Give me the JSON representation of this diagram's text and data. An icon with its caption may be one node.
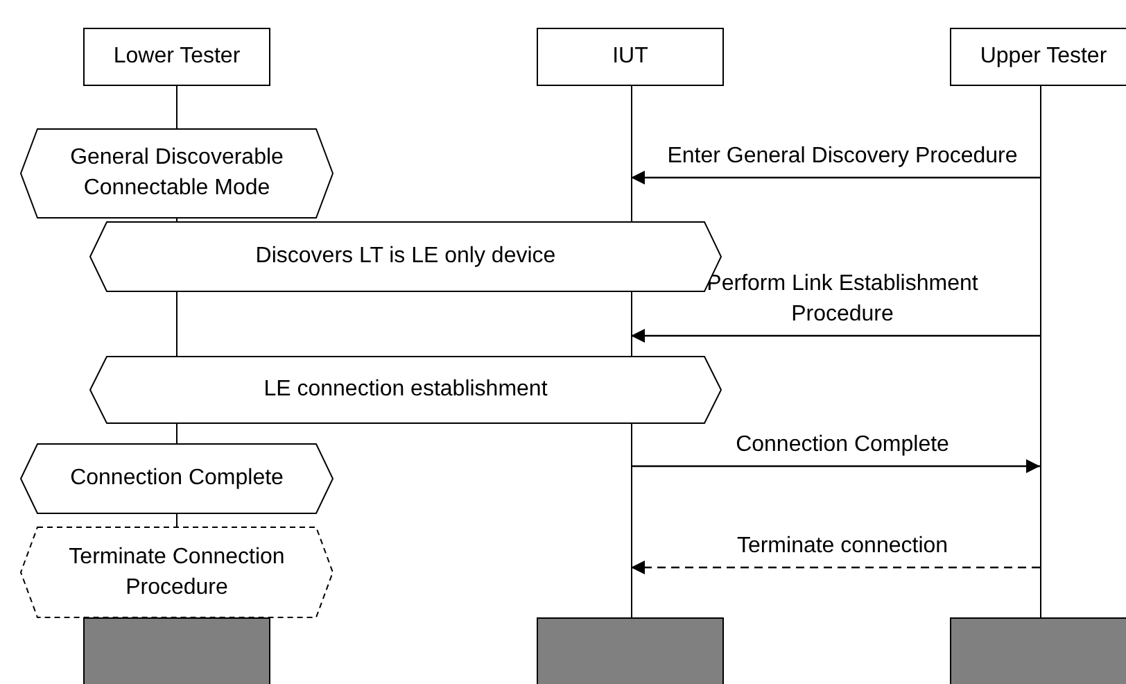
{
  "diagram": {
    "nodes": [
      {
        "text": [
          "Lower Tester"
        ]
      },
      {
        "text": [
          "IUT"
        ]
      },
      {
        "text": [
          "Upper Tester"
        ]
      },
      {
        "text": [],
        "shape": "line"
      },
      {
        "text": [],
        "shape": "line"
      },
      {
        "text": [],
        "shape": "line"
      },
      {
        "text": [
          "General Discoverable Connectable Mode"
        ]
      },
      {
        "text": [
          "Discovers LT is LE only device"
        ]
      },
      {
        "text": [
          "LE connection establishment"
        ]
      },
      {
        "text": [
          "Connection Complete"
        ]
      },
      {
        "text": [
          "Terminate Connection Procedure"
        ]
      },
      {
        "text": [],
        "shape": "box"
      },
      {
        "text": [],
        "shape": "box"
      },
      {
        "text": [],
        "shape": "box"
      }
    ],
    "edges": [
      {
        "from": 5,
        "to": 4,
        "arrow": "to",
        "label": "Enter General Discovery Procedure"
      },
      {
        "from": 5,
        "to": 4,
        "arrow": "to",
        "label": "Perform Link Establishment Procedure"
      },
      {
        "from": 4,
        "to": 5,
        "arrow": "to",
        "label": "Connection Complete"
      },
      {
        "from": 5,
        "to": 4,
        "arrow": "to",
        "label": "Terminate connection",
        "style": "dashed"
      }
    ]
  }
}
